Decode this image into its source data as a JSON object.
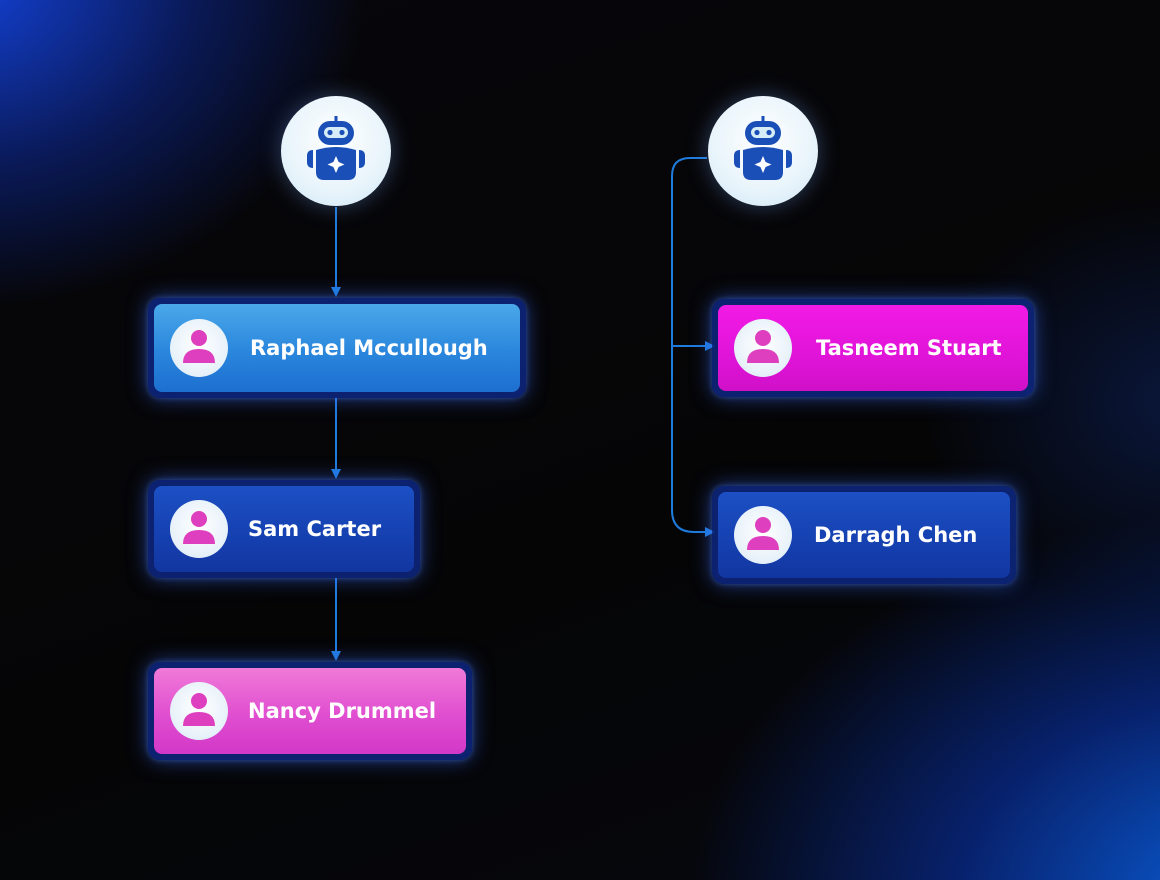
{
  "diagram": {
    "colors": {
      "connector": "#1f7bdc",
      "bot_icon": "#1a4fb8",
      "avatar_icon": "#de3fbf",
      "node_border": "#0e2882"
    },
    "bots": [
      {
        "icon": "robot-sparkle-icon"
      },
      {
        "icon": "robot-sparkle-icon"
      }
    ],
    "people": [
      {
        "name": "Raphael Mccullough",
        "icon": "person-icon",
        "style": "blue-light"
      },
      {
        "name": "Sam Carter",
        "icon": "person-icon",
        "style": "blue-dark"
      },
      {
        "name": "Nancy Drummel",
        "icon": "person-icon",
        "style": "pink-light"
      },
      {
        "name": "Tasneem Stuart",
        "icon": "person-icon",
        "style": "pink-hot"
      },
      {
        "name": "Darragh Chen",
        "icon": "person-icon",
        "style": "blue-dark"
      }
    ]
  }
}
